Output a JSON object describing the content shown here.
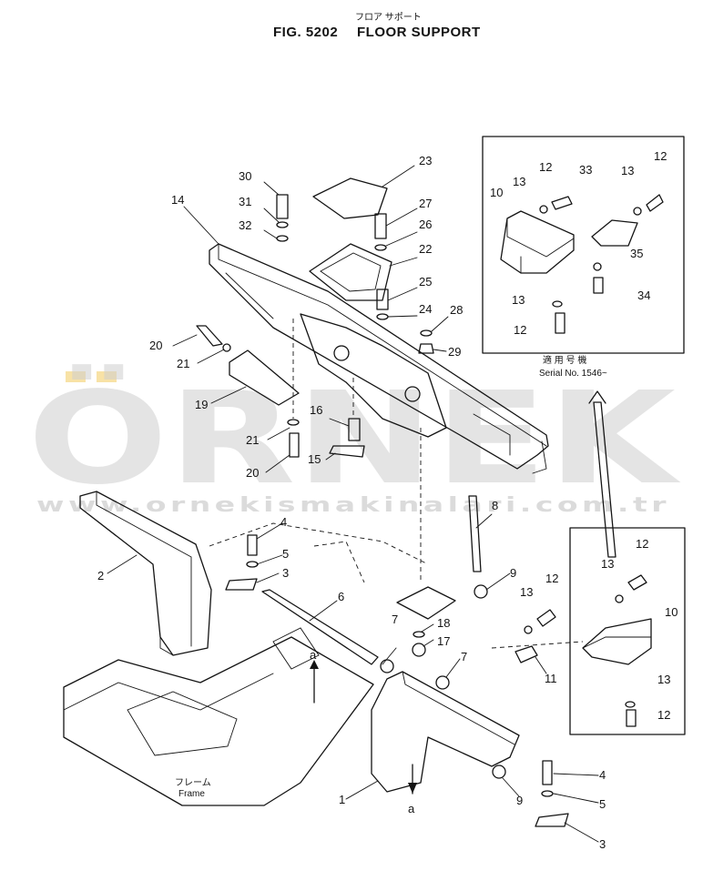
{
  "header": {
    "title_jp": "フロア サポート",
    "fig_number": "FIG. 5202",
    "title_en": "FLOOR SUPPORT"
  },
  "inset_upper": {
    "serial_jp": "適 用 号 機",
    "serial_en": "Serial No. 1546~"
  },
  "frame_label": {
    "jp": "フレーム",
    "en": "Frame"
  },
  "section_marks": [
    "a",
    "a"
  ],
  "watermark": {
    "word": "ÖRNEK",
    "url": "www.ornekismakinalari.com.tr"
  },
  "callouts": [
    "1",
    "2",
    "3",
    "4",
    "5",
    "6",
    "7",
    "8",
    "9",
    "10",
    "11",
    "12",
    "13",
    "14",
    "15",
    "16",
    "17",
    "18",
    "19",
    "20",
    "21",
    "22",
    "23",
    "24",
    "25",
    "26",
    "27",
    "28",
    "29",
    "30",
    "31",
    "32",
    "33",
    "34",
    "35"
  ],
  "colors": {
    "ink": "#141414",
    "watermark": "#cfcfcf",
    "watermark_accent": "#f3cf6a"
  }
}
